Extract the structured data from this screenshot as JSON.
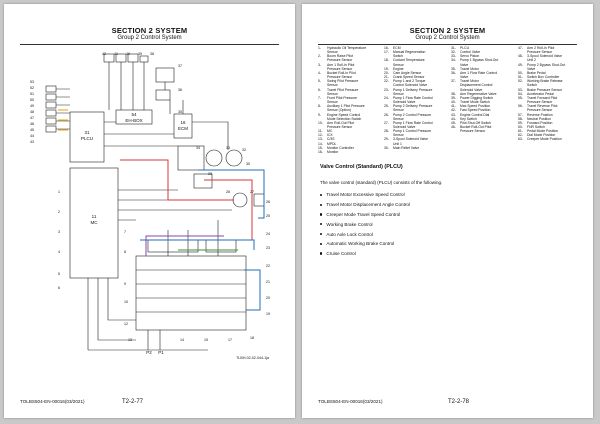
{
  "left_page": {
    "section_title": "SECTION 2 SYSTEM",
    "group_title": "Group 2 Control System",
    "figure_id": "TLBH-02-02-044-1ja",
    "footer_code": "TOLBS504-EN-00016(03/2021)",
    "page_number": "T2-2-77",
    "diagram_labels": {
      "plcu": [
        "31",
        "PLCU"
      ],
      "eb": [
        "54",
        "EH-BOX"
      ],
      "mc": [
        "11",
        "MC"
      ],
      "ecm": [
        "16",
        "ECM"
      ],
      "ports": [
        "P2",
        "P1"
      ],
      "callouts": [
        "52",
        "51",
        "50",
        "49",
        "48",
        "47",
        "46",
        "45",
        "44",
        "43",
        "42",
        "41",
        "40",
        "39",
        "38",
        "37",
        "36",
        "35",
        "34",
        "33",
        "32",
        "30",
        "29",
        "28",
        "27",
        "26",
        "25",
        "24",
        "23",
        "22",
        "21",
        "20",
        "19",
        "18",
        "17",
        "15",
        "14",
        "13",
        "12",
        "10",
        "9",
        "8",
        "7",
        "6",
        "5",
        "4",
        "3",
        "2",
        "1",
        "53"
      ]
    }
  },
  "right_page": {
    "section_title": "SECTION 2 SYSTEM",
    "group_title": "Group 2 Control System",
    "footer_code": "TOLBS504-EN-00016(03/2021)",
    "page_number": "T2-2-78",
    "legend": [
      [
        [
          "1-",
          "Hydraulic Oil Temperature Sensor"
        ],
        [
          "2-",
          "Boom Raise Pilot Pressure Sensor"
        ],
        [
          "3-",
          "Arm 1 Roll-In Pilot Pressure Sensor"
        ],
        [
          "4-",
          "Bucket Roll-In Pilot Pressure Sensor"
        ],
        [
          "5-",
          "Swing Pilot Pressure Sensor"
        ],
        [
          "6-",
          "Travel Pilot Pressure Sensor"
        ],
        [
          "7-",
          "Front Pilot Pressure Sensor"
        ],
        [
          "8-",
          "Auxiliary 1 Pilot Pressure Sensor (Option)"
        ],
        [
          "9-",
          "Engine Speed Control Mode Selection Switch"
        ],
        [
          "10-",
          "Arm Roll-Out Pilot Pressure Sensor"
        ],
        [
          "11-",
          "MC"
        ],
        [
          "12-",
          "ICX"
        ],
        [
          "13-",
          "C/3S"
        ],
        [
          "14-",
          "MPDL"
        ],
        [
          "15-",
          "Monitor Controller"
        ],
        [
          "16-",
          "Monitor"
        ]
      ],
      [
        [
          "16-",
          "ECM"
        ],
        [
          "17-",
          "Manual Regeneration Switch"
        ],
        [
          "18-",
          "Coolant Temperature Sensor"
        ],
        [
          "19-",
          "Engine"
        ],
        [
          "20-",
          "Cam Angle Sensor"
        ],
        [
          "21-",
          "Crank Speed Sensor"
        ],
        [
          "22-",
          "Pump 1 and 2 Torque Control Solenoid Valve"
        ],
        [
          "23-",
          "Pump 1 Delivery Pressure Sensor"
        ],
        [
          "24-",
          "Pump 1 Flow Rate Control Solenoid Valve"
        ],
        [
          "25-",
          "Pump 2 Delivery Pressure Sensor"
        ],
        [
          "26-",
          "Pump 2 Control Pressure Sensor"
        ],
        [
          "27-",
          "Pump 1 Flow Rate Control Solenoid Valve"
        ],
        [
          "28-",
          "Pump 1 Control Pressure Sensor"
        ],
        [
          "29-",
          "3-Spool Solenoid Valve Unit 1"
        ],
        [
          "30-",
          "Main Relief Valve"
        ]
      ],
      [
        [
          "31-",
          "PLCU"
        ],
        [
          "32-",
          "Control Valve"
        ],
        [
          "33-",
          "Servo Piston"
        ],
        [
          "34-",
          "Pump 1 Bypass Shut-Out Valve"
        ],
        [
          "35-",
          "Travel Motor"
        ],
        [
          "36-",
          "Arm 1 Flow Rate Control Valve"
        ],
        [
          "37-",
          "Travel Motor Displacement Control Solenoid Valve"
        ],
        [
          "38-",
          "Arm Regenerative Valve"
        ],
        [
          "39-",
          "Power Digging Switch"
        ],
        [
          "40-",
          "Travel Mode Switch"
        ],
        [
          "41-",
          "Max Speed Position"
        ],
        [
          "42-",
          "Fast Speed Position"
        ],
        [
          "43-",
          "Engine Control Dial"
        ],
        [
          "44-",
          "Key Switch"
        ],
        [
          "45-",
          "Pilot Shut-Off Switch"
        ],
        [
          "46-",
          "Bucket Roll-Out Pilot Pressure Sensor"
        ]
      ],
      [
        [
          "47-",
          "Arm 2 Roll-In Pilot Pressure Sensor"
        ],
        [
          "48-",
          "3-Spool Solenoid Valve Unit 2"
        ],
        [
          "49-",
          "Pump 2 Bypass Shut-Out Valve"
        ],
        [
          "50-",
          "Brake Pedal"
        ],
        [
          "51-",
          "Switch Box Controller"
        ],
        [
          "52-",
          "Working Brake Release Switch"
        ],
        [
          "53-",
          "Brake Pressure Sensor"
        ],
        [
          "54-",
          "Accelerator Pedal"
        ],
        [
          "55-",
          "Travel Forward Pilot Pressure Sensor"
        ],
        [
          "56-",
          "Travel Reverse Pilot Pressure Sensor"
        ],
        [
          "57-",
          "Reverse Position"
        ],
        [
          "58-",
          "Neutral Position"
        ],
        [
          "59-",
          "Forward Position"
        ],
        [
          "60-",
          "FNR Switch"
        ],
        [
          "61-",
          "Pedal Mode Position"
        ],
        [
          "62-",
          "Dial Mode Position"
        ],
        [
          "63-",
          "Creeper Mode Position"
        ]
      ]
    ],
    "valve_control_title": "Valve Control (Standard) (PLCU)",
    "valve_control_intro": "The valve control (standard) (PLCU) consists of the following.",
    "valve_control_items": [
      "Travel Motor Excessive Speed Control",
      "Travel Motor Displacement Angle Control",
      "Creeper Mode Travel Speed Control",
      "Working Brake Control",
      "Auto Axle Lock Control",
      "Automatic Working Brake Control",
      "Cruise Control"
    ]
  }
}
